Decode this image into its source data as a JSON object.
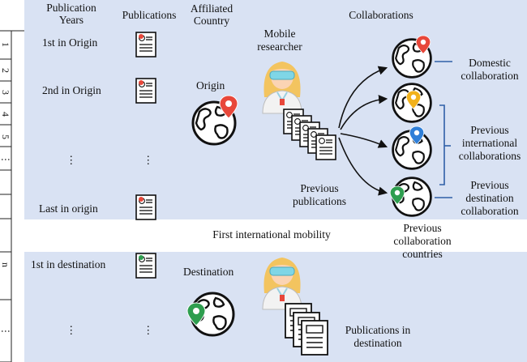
{
  "headers": {
    "publication_years": "Publication Years",
    "publications": "Publications",
    "affiliated_country": "Affiliated Country",
    "collaborations": "Collaborations"
  },
  "axis_ticks": [
    "1",
    "2",
    "3",
    "4",
    "5",
    "⋮",
    "n",
    "⋮"
  ],
  "rows": {
    "first_origin": "1st in Origin",
    "second_origin": "2nd in Origin",
    "ellipsis": "⋮",
    "last_origin": "Last in origin",
    "first_destination": "1st in destination"
  },
  "labels": {
    "mobile_researcher": "Mobile researcher",
    "origin": "Origin",
    "destination": "Destination",
    "previous_publications": "Previous publications",
    "first_international_mobility": "First international mobility",
    "domestic_collaboration": "Domestic collaboration",
    "previous_international_collaborations": "Previous international collaborations",
    "previous_destination_collaboration": "Previous destination collaboration",
    "previous_collaboration_countries": "Previous collaboration countries",
    "publications_in_destination": "Publications in destination"
  },
  "colors": {
    "band": "#d9e2f3",
    "pin_red": "#e8473a",
    "pin_yellow": "#f2b21c",
    "pin_blue": "#2f7fd8",
    "pin_green": "#2e9e4f",
    "bracket": "#2f5fa8",
    "hair": "#f3c45f",
    "skin": "#fbd4b4",
    "coat": "#f2f2f2",
    "goggles": "#7fd6e6"
  }
}
